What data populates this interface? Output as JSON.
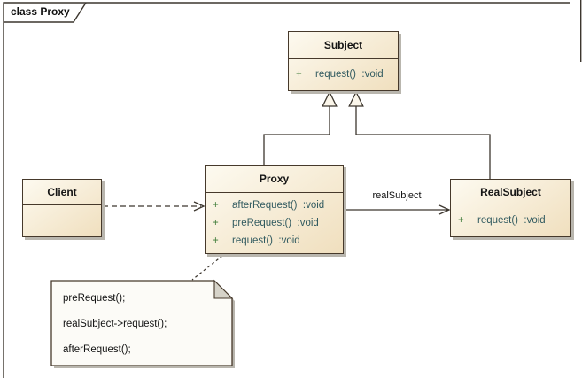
{
  "frame": {
    "label": "class Proxy"
  },
  "classes": {
    "subject": {
      "name": "Subject",
      "methods": [
        {
          "vis": "+",
          "sig": "request()  :void"
        }
      ]
    },
    "proxy": {
      "name": "Proxy",
      "methods": [
        {
          "vis": "+",
          "sig": "afterRequest()  :void"
        },
        {
          "vis": "+",
          "sig": "preRequest()  :void"
        },
        {
          "vis": "+",
          "sig": "request()  :void"
        }
      ]
    },
    "realsubject": {
      "name": "RealSubject",
      "methods": [
        {
          "vis": "+",
          "sig": "request()  :void"
        }
      ]
    },
    "client": {
      "name": "Client",
      "methods": []
    }
  },
  "relationships": {
    "association_label": "realSubject"
  },
  "note": {
    "lines": [
      "preRequest();",
      "realSubject->request();",
      "afterRequest();"
    ]
  },
  "colors": {
    "box_fill_light": "#fdfaf0",
    "box_fill_dark": "#f0dfbe",
    "box_border": "#46392b",
    "method_text": "#325b60",
    "visibility_plus": "#3e7c38",
    "line": "#3c362e",
    "shadow": "#b9b6ae",
    "note_fill": "#fcfbf7"
  }
}
